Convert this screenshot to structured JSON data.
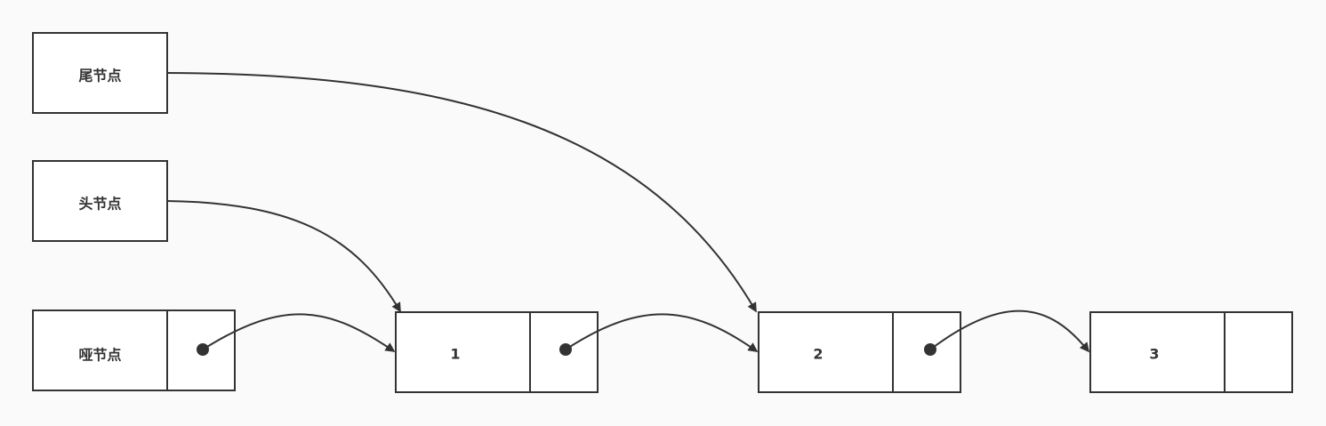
{
  "diagram": {
    "tail_label": "尾节点",
    "head_label": "头节点",
    "dummy_label": "哑节点",
    "nodes": [
      {
        "value": "1"
      },
      {
        "value": "2"
      },
      {
        "value": "3"
      }
    ]
  },
  "colors": {
    "background": "#fafafa",
    "stroke": "#333333",
    "box_fill": "#ffffff"
  }
}
